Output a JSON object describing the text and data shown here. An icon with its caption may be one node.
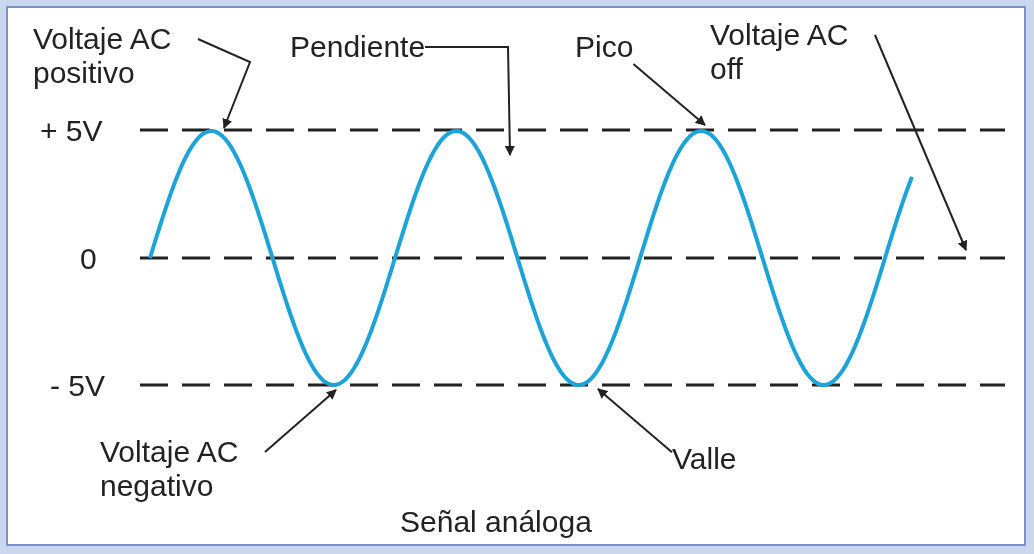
{
  "diagram": {
    "caption": "Señal análoga",
    "nodes": [
      {
        "text": [
          "Voltaje AC positivo"
        ]
      },
      {
        "text": [
          "Pendiente"
        ]
      },
      {
        "text": [
          "Pico"
        ]
      },
      {
        "text": [
          "Voltaje AC off"
        ]
      },
      {
        "text": [
          "Voltaje AC negativo"
        ]
      },
      {
        "text": [
          "Valle"
        ]
      }
    ],
    "edges": [
      {
        "from": 0,
        "to": null,
        "arrow": "to"
      },
      {
        "from": 1,
        "to": null,
        "arrow": "to"
      },
      {
        "from": 2,
        "to": null,
        "arrow": "to"
      },
      {
        "from": 3,
        "to": null,
        "arrow": "to"
      },
      {
        "from": 4,
        "to": null,
        "arrow": "to"
      },
      {
        "from": 5,
        "to": null,
        "arrow": "to"
      }
    ],
    "labels": [
      "+ 5V",
      "0",
      "- 5V"
    ]
  }
}
